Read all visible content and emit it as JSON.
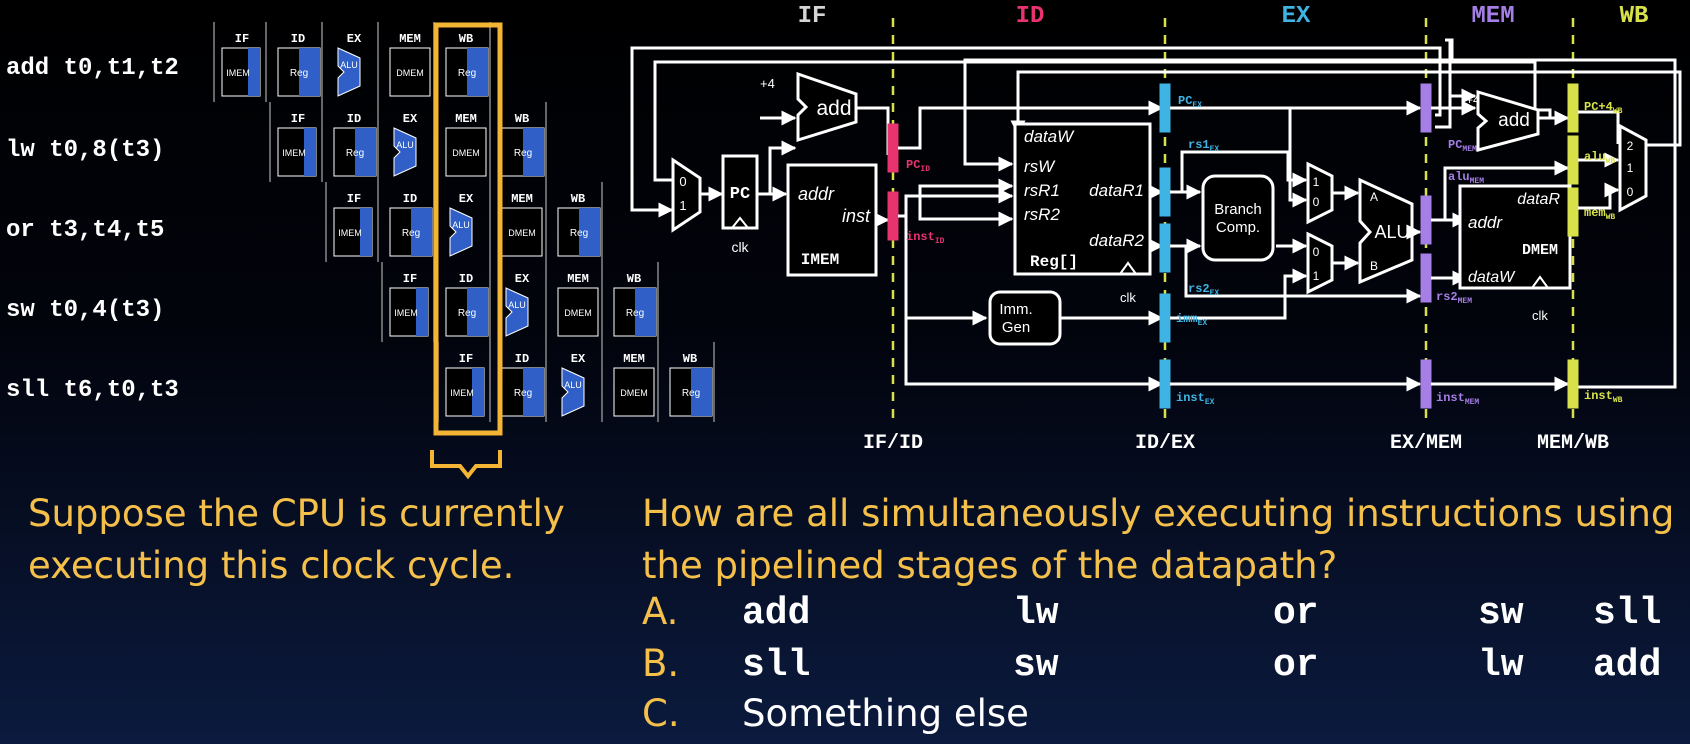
{
  "instructions": [
    "add t0,t1,t2",
    "lw t0,8(t3)",
    "or t3,t4,t5",
    "sw t0,4(t3)",
    "sll t6,t0,t3"
  ],
  "pipeline_stages": [
    "IF",
    "ID",
    "EX",
    "MEM",
    "WB"
  ],
  "unit_labels": {
    "imem": "IMEM",
    "reg": "Reg",
    "alu": "ALU",
    "dmem": "DMEM"
  },
  "datapath": {
    "stage_headers": [
      "IF",
      "ID",
      "EX",
      "MEM",
      "WB"
    ],
    "register_labels": [
      "IF/ID",
      "ID/EX",
      "EX/MEM",
      "MEM/WB"
    ],
    "pc": "PC",
    "add": "add",
    "plus4": "+4",
    "clk": "clk",
    "imem": {
      "title": "IMEM",
      "addr": "addr",
      "inst": "inst"
    },
    "reg": {
      "title": "Reg[]",
      "dataW": "dataW",
      "rsW": "rsW",
      "rsR1": "rsR1",
      "rsR2": "rsR2",
      "dataR1": "dataR1",
      "dataR2": "dataR2"
    },
    "branch": [
      "Branch",
      "Comp."
    ],
    "immgen": [
      "Imm.",
      "Gen"
    ],
    "alu": "ALU",
    "alu_a": "A",
    "alu_b": "B",
    "dmem": {
      "title": "DMEM",
      "dataR": "dataR",
      "addr": "addr",
      "dataW": "dataW"
    },
    "mux0": "0",
    "mux1": "1",
    "mux2": "2",
    "sig": {
      "pc_id": "PC",
      "pc_id_sub": "ID",
      "inst_id": "inst",
      "inst_id_sub": "ID",
      "pc_ex": "PC",
      "pc_ex_sub": "EX",
      "rs1_ex": "rs1",
      "rs1_ex_sub": "EX",
      "rs2_ex": "rs2",
      "rs2_ex_sub": "EX",
      "imm_ex": "imm",
      "imm_ex_sub": "EX",
      "inst_ex": "inst",
      "inst_ex_sub": "EX",
      "pc_mem": "PC",
      "pc_mem_sub": "MEM",
      "alu_mem": "alu",
      "alu_mem_sub": "MEM",
      "rs2_mem": "rs2",
      "rs2_mem_sub": "MEM",
      "inst_mem": "inst",
      "inst_mem_sub": "MEM",
      "pc4_wb": "PC+4",
      "pc4_wb_sub": "WB",
      "alu_wb": "alu",
      "alu_wb_sub": "WB",
      "mem_wb": "mem",
      "mem_wb_sub": "WB",
      "inst_wb": "inst",
      "inst_wb_sub": "WB"
    }
  },
  "colors": {
    "pink": "#e8336e",
    "cyan": "#3fb4e4",
    "purple": "#a57ee6",
    "yellow": "#d8e14a",
    "orange": "#f5b534",
    "blue": "#2f5fc7"
  },
  "caption_left": "Suppose the CPU is currently executing this clock cycle.",
  "question": "How are all simultaneously executing instructions using the pipelined stages of the datapath?",
  "options": [
    {
      "letter": "A.",
      "items": [
        "add",
        "lw",
        "or",
        "sw",
        "sll"
      ]
    },
    {
      "letter": "B.",
      "items": [
        "sll",
        "sw",
        "or",
        "lw",
        "add"
      ]
    },
    {
      "letter": "C.",
      "text": "Something else"
    }
  ]
}
